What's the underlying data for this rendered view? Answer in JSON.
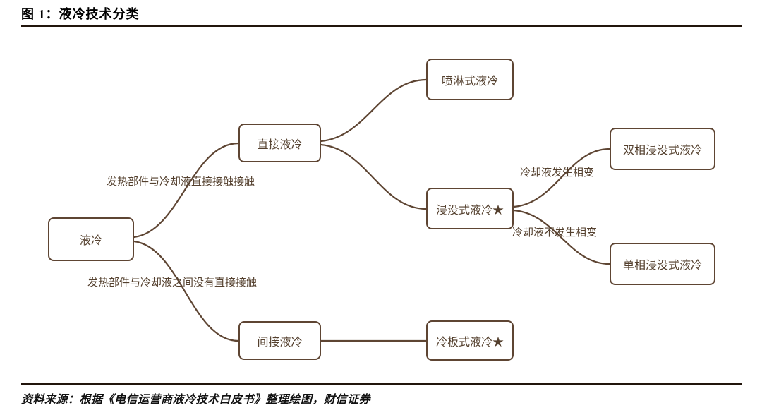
{
  "figure": {
    "title": "图 1：液冷技术分类",
    "source": "资料来源：根据《电信运营商液冷技术白皮书》整理绘图，财信证券"
  },
  "diagram": {
    "nodes": {
      "root": "液冷",
      "direct": "直接液冷",
      "indirect": "间接液冷",
      "spray": "喷淋式液冷",
      "immersion": "浸没式液冷★",
      "cold_plate": "冷板式液冷★",
      "two_phase": "双相浸没式液冷",
      "single_phase": "单相浸没式液冷"
    },
    "edge_labels": {
      "direct_contact": "发热部件与冷却液直接接触接触",
      "no_direct_contact": "发热部件与冷却液之间没有直接接触",
      "phase_change": "冷却液发生相变",
      "no_phase_change": "冷却液不发生相变"
    },
    "colors": {
      "accent": "#5E4533",
      "rule": "#21150C"
    }
  }
}
